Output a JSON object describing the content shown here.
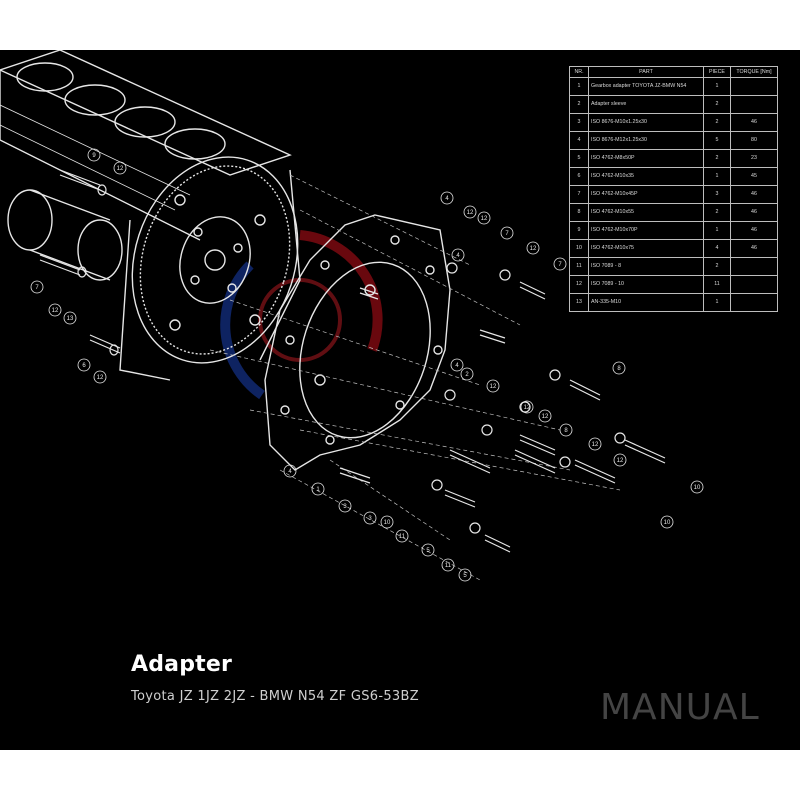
{
  "parts_table": {
    "headers": [
      "NR.",
      "PART",
      "PIECE",
      "TORQUE [Nm]"
    ],
    "rows": [
      [
        "1",
        "Gearbox adapter TOYOTA JZ-BMW N54",
        "1",
        ""
      ],
      [
        "2",
        "Adapter sleeve",
        "2",
        ""
      ],
      [
        "3",
        "ISO 8676-M10x1.25x30",
        "2",
        "46"
      ],
      [
        "4",
        "ISO 8676-M12x1.25x30",
        "5",
        "80"
      ],
      [
        "5",
        "ISO 4762-M8x50P",
        "2",
        "23"
      ],
      [
        "6",
        "ISO 4762-M10x35",
        "1",
        "45"
      ],
      [
        "7",
        "ISO 4762-M10x45P",
        "3",
        "46"
      ],
      [
        "8",
        "ISO 4762-M10x55",
        "2",
        "46"
      ],
      [
        "9",
        "ISO 4762-M10x70P",
        "1",
        "46"
      ],
      [
        "10",
        "ISO 4762-M10x75",
        "4",
        "46"
      ],
      [
        "11",
        "ISO 7089 - 8",
        "2",
        ""
      ],
      [
        "12",
        "ISO 7089 - 10",
        "11",
        ""
      ],
      [
        "13",
        "AN-335-M10",
        "1",
        ""
      ]
    ]
  },
  "callouts": [
    "9",
    "12",
    "7",
    "12",
    "13",
    "6",
    "12",
    "4",
    "12",
    "12",
    "4",
    "7",
    "12",
    "7",
    "4",
    "2",
    "12",
    "8",
    "12",
    "12",
    "8",
    "12",
    "12",
    "10",
    "4",
    "1",
    "3",
    "10",
    "11",
    "10",
    "5",
    "11",
    "5",
    "3"
  ],
  "title": "Adapter",
  "subtitle": "Toyota JZ 1JZ 2JZ - BMW N54 ZF GS6-53BZ",
  "watermark": "MANUAL",
  "colors": {
    "background": "#000000",
    "line": "#e6e6e6",
    "logo_red": "#c0101a",
    "logo_blue": "#1a3fb0"
  }
}
